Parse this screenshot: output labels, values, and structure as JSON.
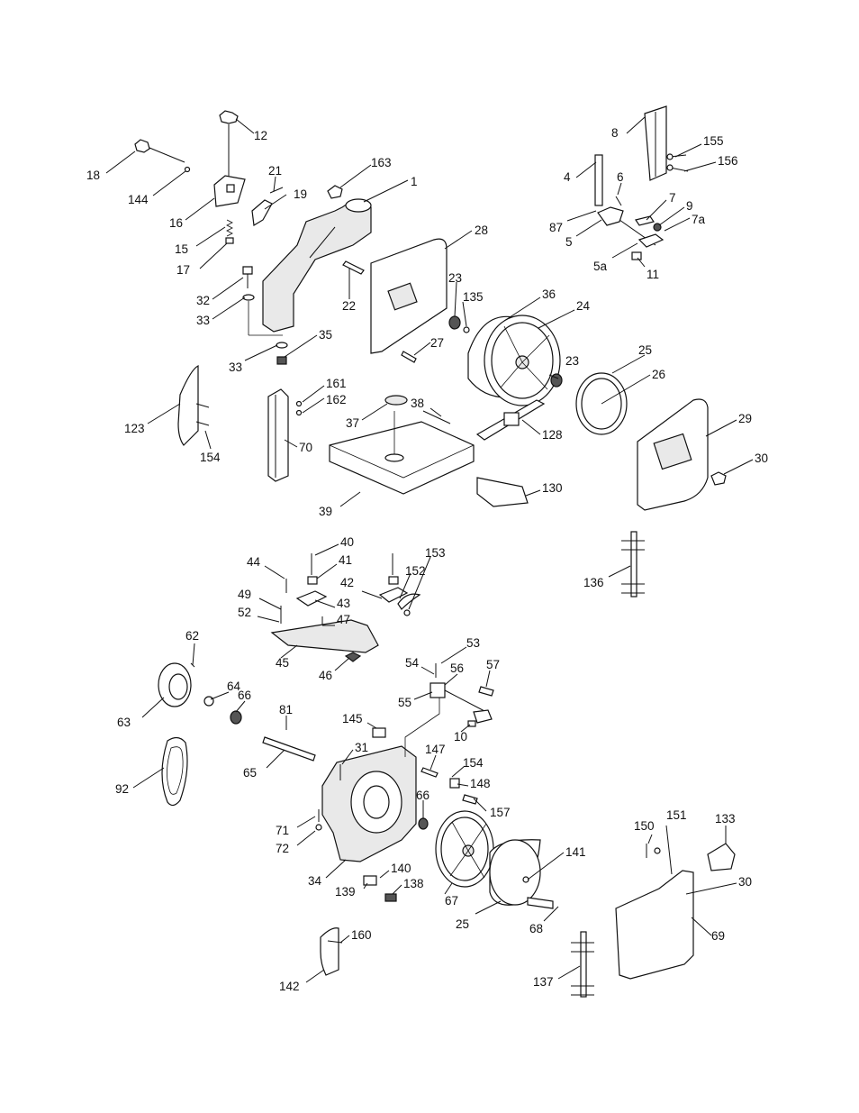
{
  "callouts": [
    {
      "id": "c12",
      "text": "12"
    },
    {
      "id": "c18",
      "text": "18"
    },
    {
      "id": "c144",
      "text": "144"
    },
    {
      "id": "c16",
      "text": "16"
    },
    {
      "id": "c15",
      "text": "15"
    },
    {
      "id": "c17",
      "text": "17"
    },
    {
      "id": "c21",
      "text": "21"
    },
    {
      "id": "c19",
      "text": "19"
    },
    {
      "id": "c163",
      "text": "163"
    },
    {
      "id": "c1",
      "text": "1"
    },
    {
      "id": "c32",
      "text": "32"
    },
    {
      "id": "c33a",
      "text": "33"
    },
    {
      "id": "c33b",
      "text": "33"
    },
    {
      "id": "c35",
      "text": "35"
    },
    {
      "id": "c22",
      "text": "22"
    },
    {
      "id": "c28",
      "text": "28"
    },
    {
      "id": "c23a",
      "text": "23"
    },
    {
      "id": "c135",
      "text": "135"
    },
    {
      "id": "c36",
      "text": "36"
    },
    {
      "id": "c24",
      "text": "24"
    },
    {
      "id": "c27",
      "text": "27"
    },
    {
      "id": "c8",
      "text": "8"
    },
    {
      "id": "c155",
      "text": "155"
    },
    {
      "id": "c156",
      "text": "156"
    },
    {
      "id": "c4",
      "text": "4"
    },
    {
      "id": "c6",
      "text": "6"
    },
    {
      "id": "c7",
      "text": "7"
    },
    {
      "id": "c9",
      "text": "9"
    },
    {
      "id": "c7a",
      "text": "7a"
    },
    {
      "id": "c87",
      "text": "87"
    },
    {
      "id": "c5",
      "text": "5"
    },
    {
      "id": "c5a",
      "text": "5a"
    },
    {
      "id": "c11",
      "text": "11"
    },
    {
      "id": "c23b",
      "text": "23"
    },
    {
      "id": "c25a",
      "text": "25"
    },
    {
      "id": "c26",
      "text": "26"
    },
    {
      "id": "c29",
      "text": "29"
    },
    {
      "id": "c30a",
      "text": "30"
    },
    {
      "id": "c123",
      "text": "123"
    },
    {
      "id": "c154a",
      "text": "154"
    },
    {
      "id": "c161",
      "text": "161"
    },
    {
      "id": "c162",
      "text": "162"
    },
    {
      "id": "c70",
      "text": "70"
    },
    {
      "id": "c37",
      "text": "37"
    },
    {
      "id": "c38",
      "text": "38"
    },
    {
      "id": "c128",
      "text": "128"
    },
    {
      "id": "c39",
      "text": "39"
    },
    {
      "id": "c130",
      "text": "130"
    },
    {
      "id": "c136",
      "text": "136"
    },
    {
      "id": "c40",
      "text": "40"
    },
    {
      "id": "c44",
      "text": "44"
    },
    {
      "id": "c41",
      "text": "41"
    },
    {
      "id": "c153",
      "text": "153"
    },
    {
      "id": "c152",
      "text": "152"
    },
    {
      "id": "c42",
      "text": "42"
    },
    {
      "id": "c49",
      "text": "49"
    },
    {
      "id": "c43",
      "text": "43"
    },
    {
      "id": "c52",
      "text": "52"
    },
    {
      "id": "c47",
      "text": "47"
    },
    {
      "id": "c45",
      "text": "45"
    },
    {
      "id": "c46",
      "text": "46"
    },
    {
      "id": "c62",
      "text": "62"
    },
    {
      "id": "c64",
      "text": "64"
    },
    {
      "id": "c66a",
      "text": "66"
    },
    {
      "id": "c63",
      "text": "63"
    },
    {
      "id": "c81",
      "text": "81"
    },
    {
      "id": "c53",
      "text": "53"
    },
    {
      "id": "c54",
      "text": "54"
    },
    {
      "id": "c56",
      "text": "56"
    },
    {
      "id": "c57",
      "text": "57"
    },
    {
      "id": "c55",
      "text": "55"
    },
    {
      "id": "c145",
      "text": "145"
    },
    {
      "id": "c10",
      "text": "10"
    },
    {
      "id": "c31",
      "text": "31"
    },
    {
      "id": "c65",
      "text": "65"
    },
    {
      "id": "c147",
      "text": "147"
    },
    {
      "id": "c154b",
      "text": "154"
    },
    {
      "id": "c148",
      "text": "148"
    },
    {
      "id": "c92",
      "text": "92"
    },
    {
      "id": "c66b",
      "text": "66"
    },
    {
      "id": "c157",
      "text": "157"
    },
    {
      "id": "c71",
      "text": "71"
    },
    {
      "id": "c72",
      "text": "72"
    },
    {
      "id": "c150",
      "text": "150"
    },
    {
      "id": "c151",
      "text": "151"
    },
    {
      "id": "c133",
      "text": "133"
    },
    {
      "id": "c141",
      "text": "141"
    },
    {
      "id": "c30b",
      "text": "30"
    },
    {
      "id": "c34",
      "text": "34"
    },
    {
      "id": "c140",
      "text": "140"
    },
    {
      "id": "c139",
      "text": "139"
    },
    {
      "id": "c138",
      "text": "138"
    },
    {
      "id": "c67",
      "text": "67"
    },
    {
      "id": "c25b",
      "text": "25"
    },
    {
      "id": "c68",
      "text": "68"
    },
    {
      "id": "c69",
      "text": "69"
    },
    {
      "id": "c160",
      "text": "160"
    },
    {
      "id": "c142",
      "text": "142"
    },
    {
      "id": "c137",
      "text": "137"
    }
  ]
}
